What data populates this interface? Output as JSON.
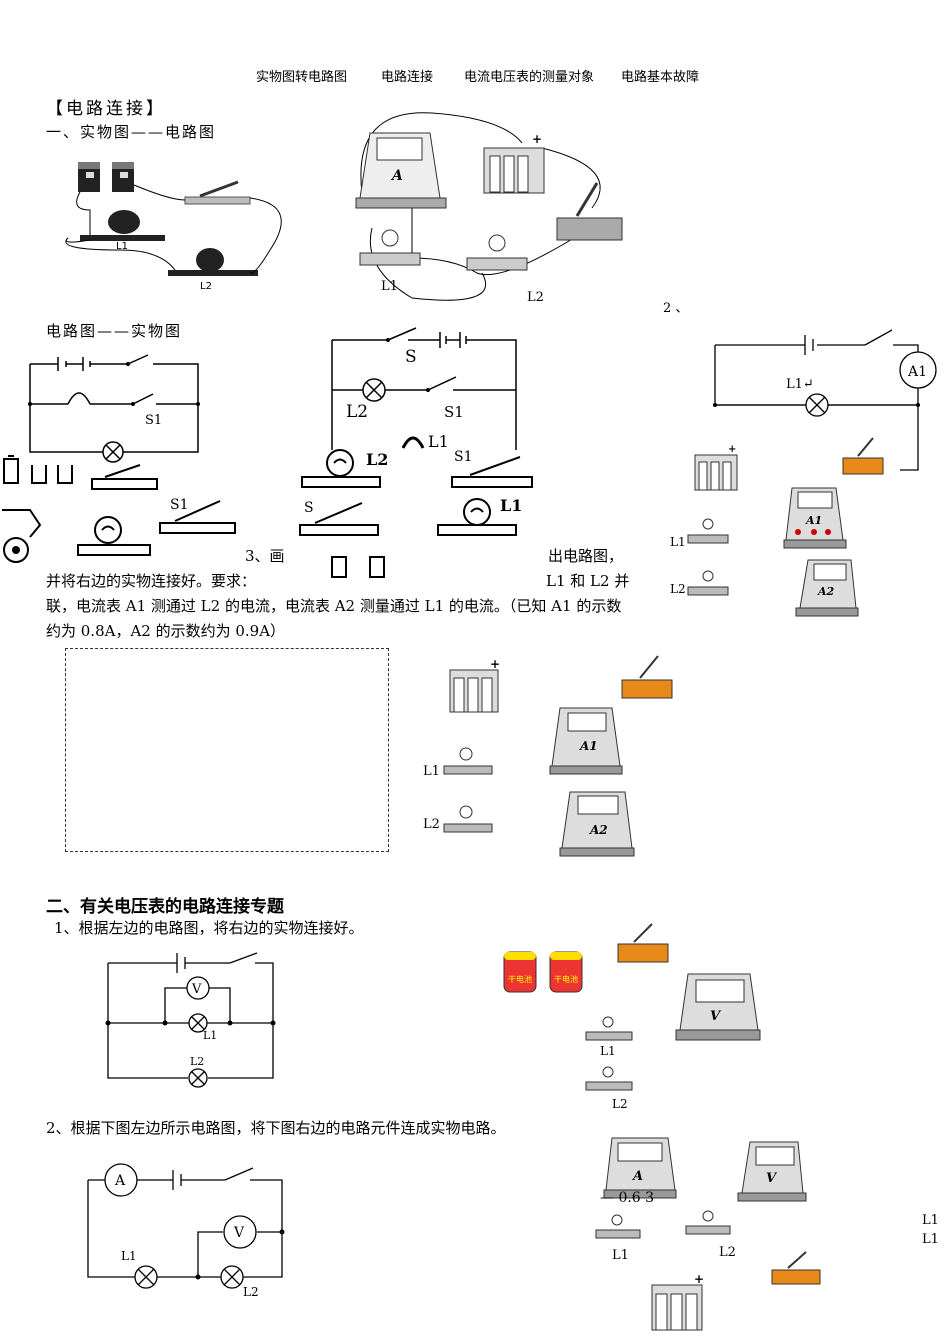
{
  "header": {
    "nav": [
      "实物图转电路图",
      "电路连接",
      "电流电压表的测量对象",
      "电路基本故障"
    ]
  },
  "section1": {
    "title": "【电路连接】",
    "sub1": "一、实物图——电路图",
    "sub2": "电路图——实物图",
    "item2": "2 、",
    "item3_prefix": "3、画",
    "item3_mid": "出电路图，",
    "line2_a": "并将右边的实物连接好。要求：",
    "line2_b": "L1 和 L2 并",
    "line3": "联，电流表 A1 测通过 L2 的电流，电流表 A2 测量通过 L1 的电流。（已知 A1 的示数",
    "line4": "约为 0.8A，A2 的示数约为 0.9A）"
  },
  "section2": {
    "title": "二、有关电压表的电路连接专题",
    "q1": "1、根据左边的电路图，将右边的实物连接好。",
    "q2": "2、根据下图左边所示电路图，将下图右边的电路元件连成实物电路。"
  },
  "labels": {
    "L1": "L1",
    "L2": "L2",
    "S": "S",
    "S1": "S1",
    "A": "A",
    "V": "V",
    "A1": "A1",
    "L1_arrow": "L1↵",
    "meter_scale": "—  0.6 3",
    "cell_text": "干电池"
  }
}
